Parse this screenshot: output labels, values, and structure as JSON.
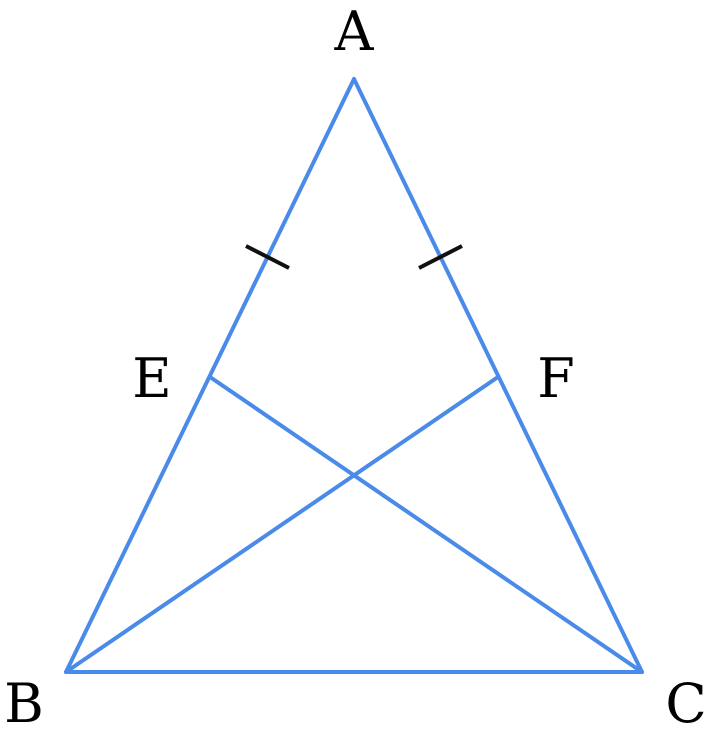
{
  "figure": {
    "line_color": "#4a8ae8",
    "tick_color": "#111111",
    "labels": {
      "A": "A",
      "B": "B",
      "C": "C",
      "E": "E",
      "F": "F"
    }
  }
}
